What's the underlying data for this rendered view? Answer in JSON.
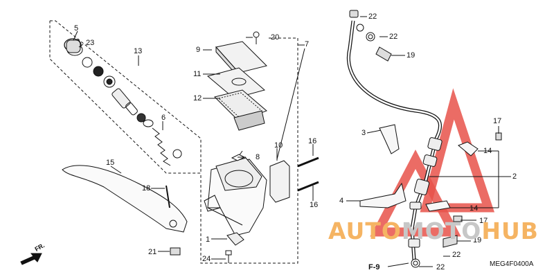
{
  "diagram": {
    "labels": {
      "p1": "1",
      "p2": "2",
      "p3": "3",
      "p4": "4",
      "p5": "5",
      "p6": "6",
      "p7": "7",
      "p8": "8",
      "p9": "9",
      "p10": "10",
      "p11": "11",
      "p12": "12",
      "p13": "13",
      "p14a": "14",
      "p14b": "14",
      "p15": "15",
      "p16a": "16",
      "p16b": "16",
      "p17a": "17",
      "p17b": "17",
      "p18": "18",
      "p19a": "19",
      "p19b": "19",
      "p20": "20",
      "p21": "21",
      "p22a": "22",
      "p22b": "22",
      "p22c": "22",
      "p22d": "22",
      "p23": "23",
      "p24": "24"
    },
    "ref_label": "F-9",
    "drawing_code": "MEG4F0400A",
    "front_arrow_label": "FR.",
    "colors": {
      "line": "#111111",
      "watermark_red": "#e8524a",
      "watermark_orange": "#f5b463",
      "watermark_gray": "#c7c7c7"
    }
  },
  "watermark": {
    "part1": "AUTO",
    "part2": "MOTO",
    "part3": "HUB"
  }
}
